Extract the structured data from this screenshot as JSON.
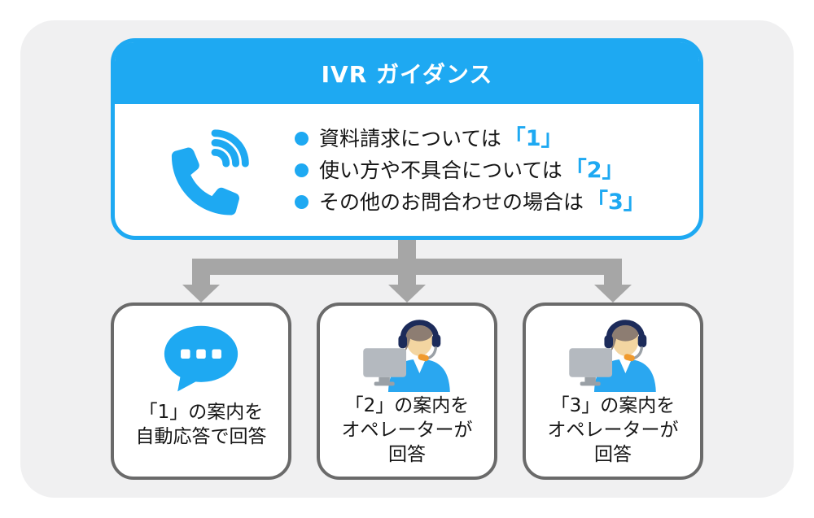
{
  "colors": {
    "accent_blue": "#1ea9f2",
    "panel_background": "#f0f0f1",
    "arrow_gray": "#a6a6a6",
    "card_border_gray": "#6a6a6a",
    "text_black": "#151515",
    "operator_hair": "#8d7d72",
    "operator_skin": "#f3d5a1",
    "operator_headset_navy": "#1c2b5a",
    "monitor_gray": "#b4b9bf",
    "mic_orange": "#f09a2e"
  },
  "ivr_box": {
    "title": "IVR ガイダンス",
    "items": [
      {
        "text": "資料請求については",
        "key": "「1」"
      },
      {
        "text": "使い方や不具合については",
        "key": "「2」"
      },
      {
        "text": "その他のお問合わせの場合は",
        "key": "「3」"
      }
    ]
  },
  "cards": [
    {
      "icon": "speech-bubble-icon",
      "lines": [
        "「1」の案内を",
        "自動応答で回答"
      ]
    },
    {
      "icon": "operator-icon",
      "lines": [
        "「2」の案内を",
        "オペレーターが",
        "回答"
      ]
    },
    {
      "icon": "operator-icon",
      "lines": [
        "「3」の案内を",
        "オペレーターが",
        "回答"
      ]
    }
  ]
}
